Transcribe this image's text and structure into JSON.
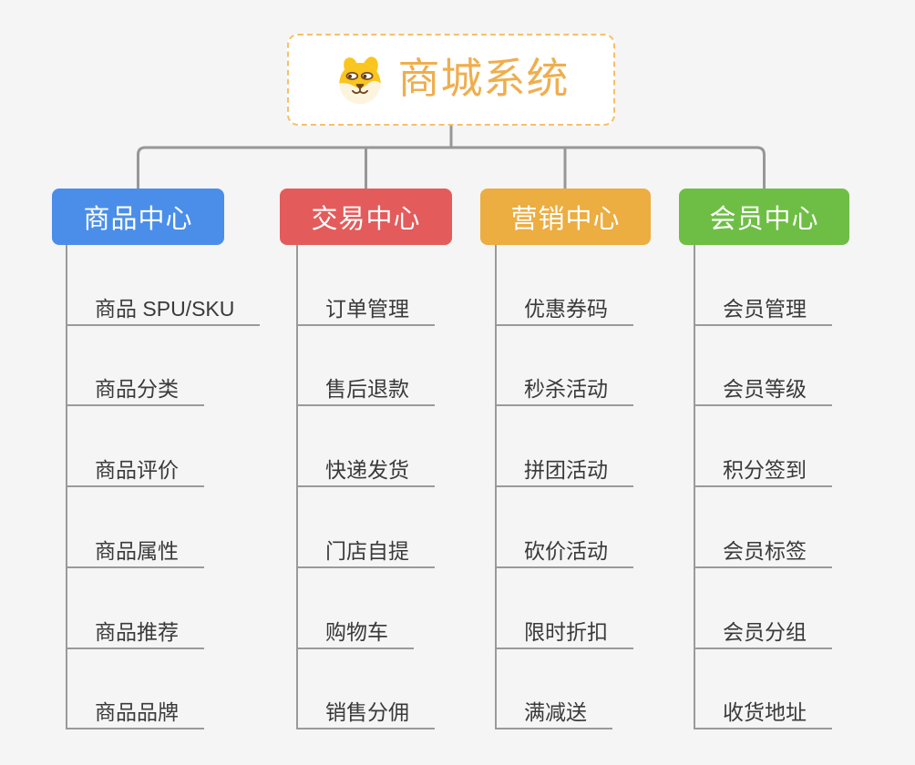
{
  "theme": {
    "background": "#f5f5f5",
    "connector": "#979797",
    "leaf_line": "#9a9a9a",
    "leaf_text": "#3a3a3a",
    "root_text": "#efae4e",
    "root_border": "#f5c06a",
    "header_text": "#ffffff"
  },
  "root": {
    "title": "商城系统",
    "icon": "dog-face-icon"
  },
  "branches": [
    {
      "label": "商品中心",
      "color": "#4a8ee9",
      "items": [
        "商品 SPU/SKU",
        "商品分类",
        "商品评价",
        "商品属性",
        "商品推荐",
        "商品品牌"
      ]
    },
    {
      "label": "交易中心",
      "color": "#e45b5b",
      "items": [
        "订单管理",
        "售后退款",
        "快递发货",
        "门店自提",
        "购物车",
        "销售分佣"
      ]
    },
    {
      "label": "营销中心",
      "color": "#ecad41",
      "items": [
        "优惠券码",
        "秒杀活动",
        "拼团活动",
        "砍价活动",
        "限时折扣",
        "满减送"
      ]
    },
    {
      "label": "会员中心",
      "color": "#6ebe45",
      "items": [
        "会员管理",
        "会员等级",
        "积分签到",
        "会员标签",
        "会员分组",
        "收货地址"
      ]
    }
  ]
}
